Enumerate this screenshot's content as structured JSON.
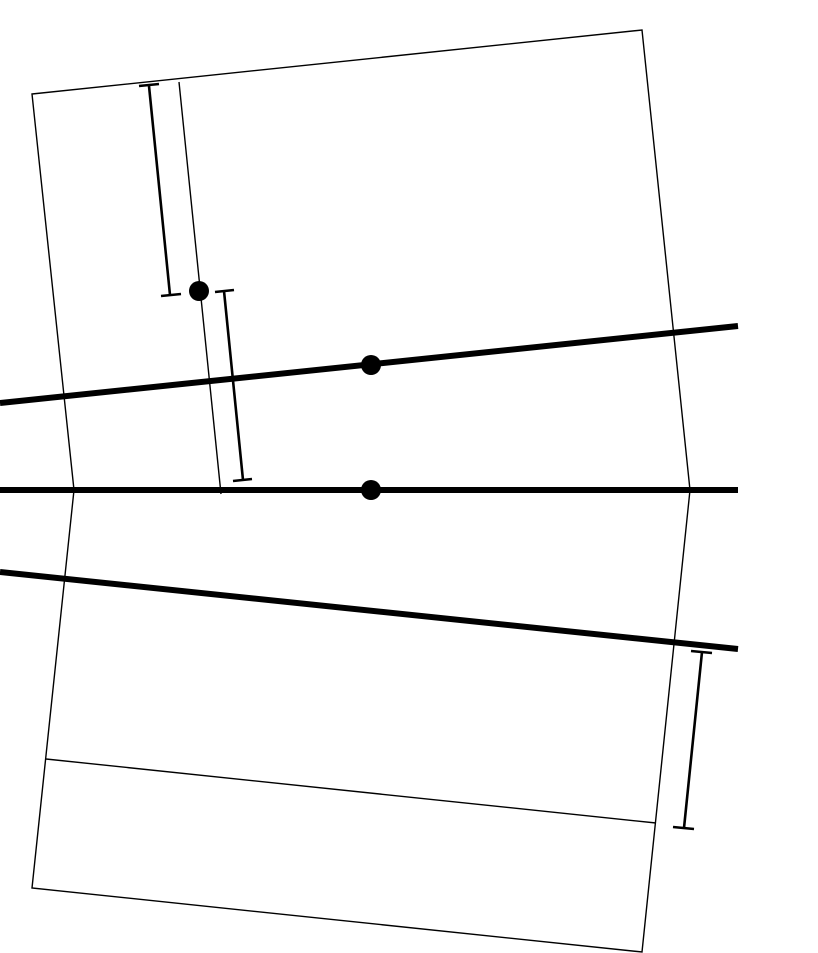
{
  "diagram": {
    "background_color": "#ffffff",
    "ink_color": "#000000",
    "components": {
      "quadrilaterals": [
        "upper-rotated-square",
        "lower-reflected-quadrilateral"
      ],
      "thick_lines": [
        "upper-sloped-line",
        "horizontal-axis-line",
        "lower-sloped-line"
      ],
      "thin_lines": [
        "inner-vertical-line",
        "lower-cross-line"
      ],
      "points": [
        "point-on-inner-line",
        "point-on-upper-line",
        "point-on-axis"
      ],
      "dimension_markers": [
        "top-left-dimension",
        "middle-dimension",
        "right-dimension"
      ]
    }
  }
}
